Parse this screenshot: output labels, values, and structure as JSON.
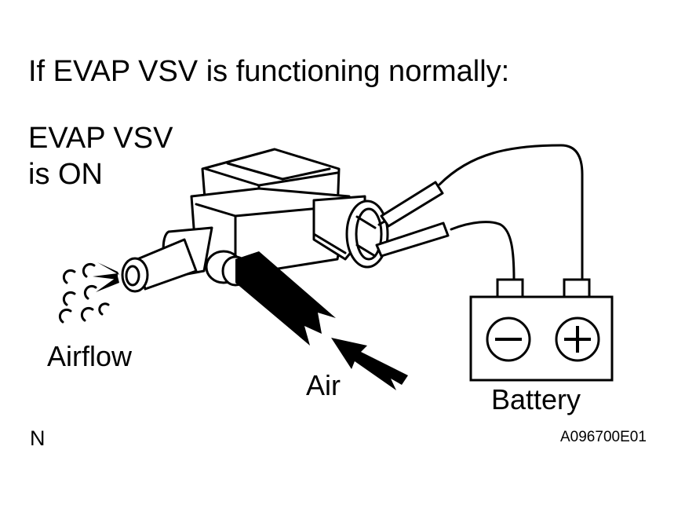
{
  "heading": "If EVAP VSV is functioning normally:",
  "labels": {
    "vsv_state": "EVAP VSV\nis ON",
    "airflow": "Airflow",
    "air": "Air",
    "battery": "Battery"
  },
  "footer": {
    "note_mark": "N",
    "figure_code": "A096700E01"
  },
  "icons": {
    "battery_negative": "minus-icon",
    "battery_positive": "plus-icon"
  },
  "colors": {
    "ink": "#000000",
    "background": "#ffffff"
  }
}
